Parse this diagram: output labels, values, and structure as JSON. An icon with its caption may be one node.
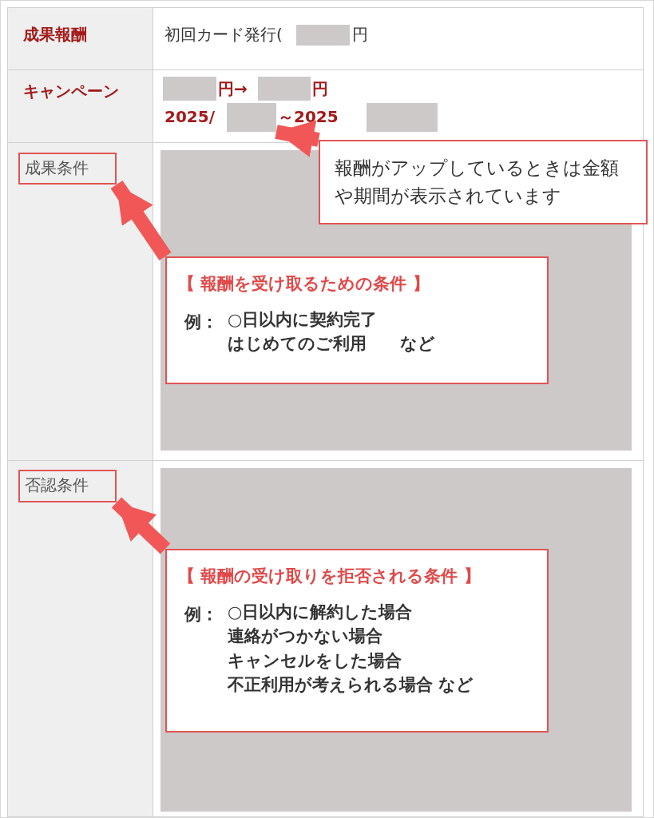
{
  "diagram": {
    "nodes": [
      {
        "text": [],
        "shape": "box"
      },
      {
        "text": [
          "成果条件"
        ]
      },
      {
        "text": [
          "報酬がアップしているときは金額や期間が表示されています"
        ]
      },
      {
        "text": [
          "【 報酬を受け取るための条件 】",
          "例：",
          "○日以内に契約完了",
          "はじめてのご利用　　など"
        ]
      },
      {
        "text": [
          "否認条件"
        ]
      },
      {
        "text": [
          "【 報酬の受け取りを拒否される条件 】",
          "例：",
          "○日以内に解約した場合",
          "連絡がつかない場合",
          "キャンセルをした場合",
          "不正利用が考えられる場合 など"
        ]
      }
    ],
    "edges": [
      {
        "from": 2,
        "to": 0,
        "arrow": "to"
      },
      {
        "from": 3,
        "to": 1,
        "arrow": "to"
      },
      {
        "from": 5,
        "to": 4,
        "arrow": "to"
      }
    ],
    "labels": [
      "成果報酬",
      "初回カード発行(",
      "円",
      "キャンペーン",
      "円→",
      "円",
      "2025/",
      "～2025"
    ]
  }
}
